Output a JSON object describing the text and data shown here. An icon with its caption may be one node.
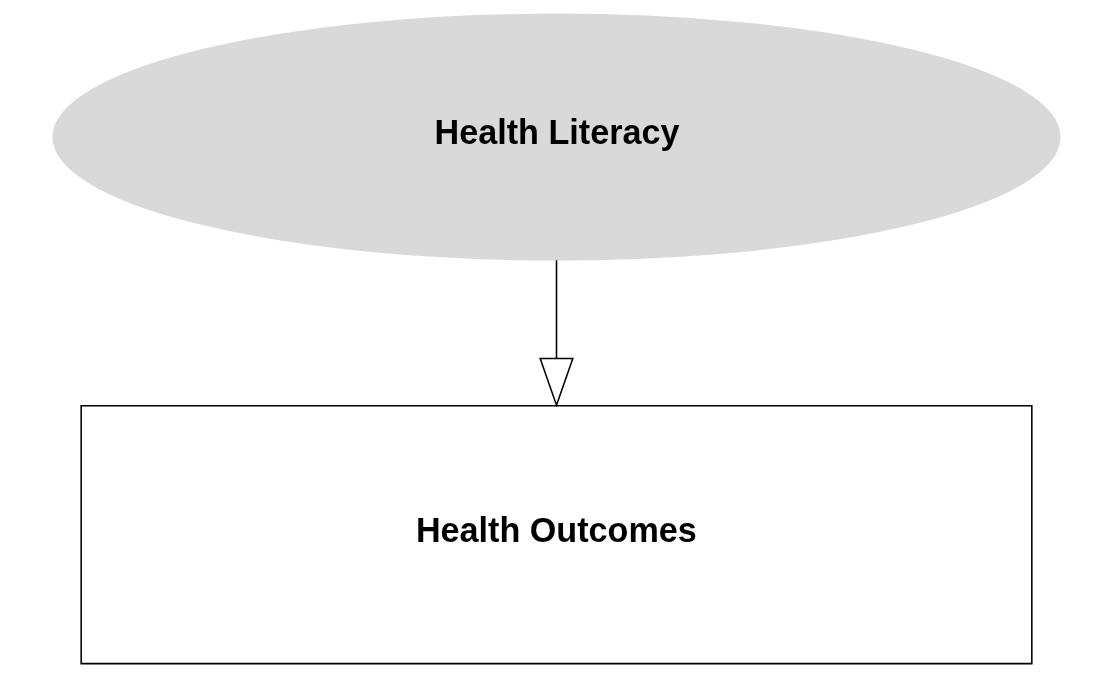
{
  "diagram": {
    "nodes": [
      {
        "text": [
          "Health Literacy"
        ]
      },
      {
        "text": [
          "Health Outcomes"
        ]
      }
    ],
    "edges": [
      {
        "from": 0,
        "to": 1,
        "arrow": "to"
      }
    ]
  }
}
